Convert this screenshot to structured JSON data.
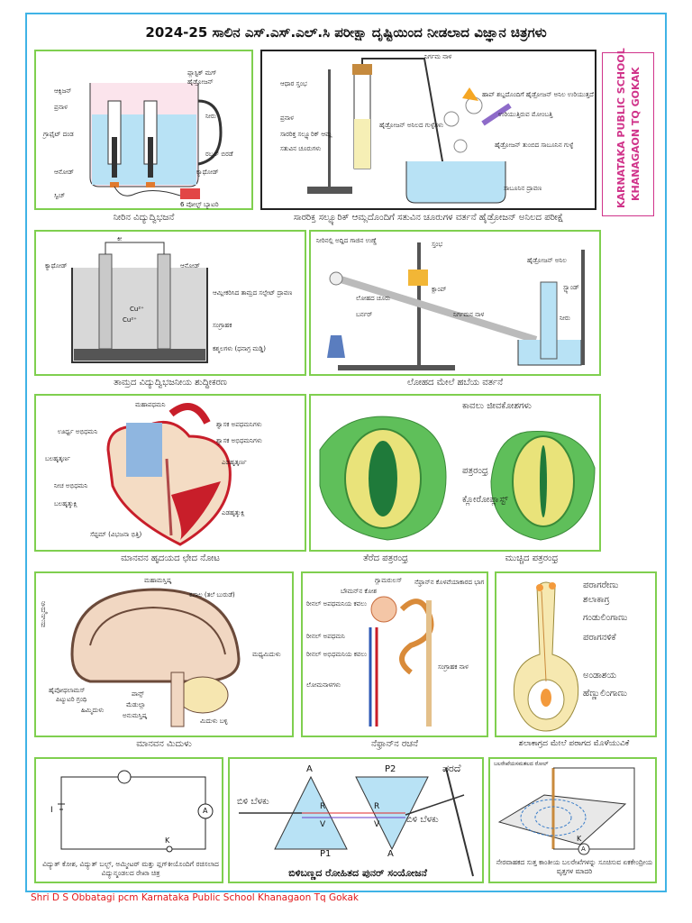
{
  "title": "2024-25 ಸಾಲಿನ ಎಸ್.ಎಸ್.ಎಲ್.ಸಿ ಪರೀಕ್ಷಾ ದೃಷ್ಟಿಯಿಂದ ನೀಡಲಾದ ವಿಜ್ಞಾನ ಚಿತ್ರಗಳು",
  "school_side": {
    "line1": "KARNATAKA PUBLIC SCHOOL",
    "line2": "KHANAGAON TQ GOKAK"
  },
  "captions": {
    "electrolysis": "ನೀರಿನ ವಿದ್ಯುದ್ವಿಭಜನೆ",
    "hydrogen": "ಸಾರರಿಕ್ತ ಸಲ್ಫ್ಯೂರಿಕ್ ಆಮ್ಲದೊಂದಿಗೆ ಸತುವಿನ ಚೂರುಗಳ ವರ್ತನೆ ಹೈಡ್ರೋಜನ್ ಅನಿಲದ ಪರೀಕ್ಷೆ",
    "copper": "ತಾಮ್ರದ ವಿದ್ಯುದ್ವಿಭಜನೀಯ ಶುದ್ಧೀಕರಣ",
    "steam": "ಲೋಹದ ಮೇಲೆ ಹಬೆಯ ವರ್ತನೆ",
    "heart": "ಮಾನವನ ಹೃದಯದ ಛೇದ ನೋಟ",
    "stomata_open": "ತೆರೆದ ಪತ್ರರಂಧ್ರ",
    "stomata_closed": "ಮುಚ್ಚಿದ ಪತ್ರರಂಧ್ರ",
    "brain": "ಮಾನವನ ಮಿದುಳು",
    "nephron": "ನೆಫ್ರಾನ್‌ನ ರಚನೆ",
    "pistil": "ಶಲಾಕಾಗ್ರದ ಮೇಲೆ ಪರಾಗದ ಮೊಳೆಯುವಿಕೆ",
    "circuit": "ವಿದ್ಯುತ್ ಕೋಶ, ವಿದ್ಯುತ್ ಬಲ್ಬ್, ಅಮ್ಮೀಟರ್ ಮತ್ತು ಪ್ಲಗ್‌ಕೀಯೊಂದಿಗೆ ರಚಿಸಲಾದ ವಿದ್ಯುನ್ಮಂಡಲದ ರೇಖಾ ಚಿತ್ರ",
    "prism": "ಬಿಳಿಬಣ್ಣದ ರೋಹಿತದ ಪುನರ್ ಸಂಯೋಜನೆ",
    "magnet": "ನೇರವಾಹಕದ ಸುತ್ತ ಕಾಂತೀಯ ಬಲರೇಖೆಗಳನ್ನು ಸೂಚಿಸುವ ಏಕಕೇಂದ್ರೀಯ ವೃತ್ತಗಳ ಮಾದರಿ"
  },
  "labels": {
    "electrolysis": [
      "ಪ್ಲಾಸ್ಟಿಕ್ ಮಗ್",
      "ಹೈಡ್ರೋಜನ್",
      "ಆಕ್ಸಿಜನ್",
      "ಪ್ರನಾಳ",
      "ನೀರು",
      "ಗ್ರಾಫೈಟ್ ದಂಡ",
      "ರಬ್ಬರ್ ಬಿರಡೆ",
      "ಆನೋಡ್",
      "ಕ್ಯಾಥೋಡ್",
      "ಸ್ವಿಚ್",
      "6 ವೋಲ್ಟ್ ಬ್ಯಾಟರಿ"
    ],
    "hydrogen": [
      "ನಿರ್ಗಮ ನಾಳ",
      "ಆಧಾರ ಸ್ತಂಭ",
      "ಪ್ರನಾಳ",
      "ಸಾರರಿಕ್ತ ಸಲ್ಫ್ಯೂರಿಕ್ ಆಮ್ಲ",
      "ಸತುವಿನ ಚೂರುಗಳು",
      "ಹೈಡ್ರೋಜನ್ ಅನಿಲದ ಗುಳ್ಳೆಗಳು",
      "ಸಾಬೂನಿನ ದ್ರಾವಣ",
      "ಉರಿಯುತ್ತಿರುವ ಮೋಂಬತ್ತಿ",
      "ಹೈಡ್ರೋಜನ್ ತುಂಬಿದ ಸಾಬೂನಿನ ಗುಳ್ಳೆ",
      "ಹಾಪ್ ಶಬ್ದದೊಂದಿಗೆ ಹೈಡ್ರೋಜನ್ ಅನಿಲ ಉರಿಯುತ್ತದೆ"
    ],
    "copper": [
      "ಕೀ",
      "ಕ್ಯಾಥೋಡ್",
      "ಆನೋಡ್",
      "ಆಮ್ಲೀಕರಿಸಿದ ತಾಮ್ರದ ಸಲ್ಫೇಟ್ ದ್ರಾವಣ",
      "Cu²⁺",
      "Cu²⁺",
      "ಸಂಗ್ರಾಹಕ",
      "ಕಶ್ಮಲಗಳು (ಧನಾಗ್ರ ಮಡ್ಡಿ)"
    ],
    "steam": [
      "ನೀರಿನಲ್ಲಿ ಅದ್ದಿದ ಗಾಜಿನ ಉಣ್ಣೆ",
      "ಲೋಹದ ಚೂರು",
      "ಬರ್ನರ್",
      "ಸ್ತಂಭ",
      "ಕ್ಲಾಂಪ್",
      "ನಿರ್ಗಮನ ನಾಳ",
      "ಹೈಡ್ರೋಜನ್ ಅನಿಲ",
      "ನೀರು",
      "ಸ್ಟ್ಯಾಂಡ್"
    ],
    "heart": [
      "ಮಹಾಪಧಮನಿ",
      "ಊರ್ಧ್ವ ಅಭಿಧಮನಿ",
      "ಶ್ವಾಸಕ ಅಪಧಮನಿಗಳು",
      "ಶ್ವಾಸಕ ಅಭಿಧಮನಿಗಳು",
      "ಬಲಹೃತ್ಕರ್ಣ",
      "ಎಡಹೃತ್ಕರ್ಣ",
      "ನೀಚ ಅಭಿಧಮನಿ",
      "ಬಲಹೃತ್ಕುಕ್ಷಿ",
      "ಎಡಹೃತ್ಕುಕ್ಷಿ",
      "ಸೆಪ್ಟಮ್ (ವಿಭಜನಾ ಭಿತ್ತಿ)"
    ],
    "stomata": [
      "ಕಾವಲು ಜೀವಕೋಶಗಳು",
      "ಪತ್ರರಂಧ್ರ",
      "ಕ್ಲೋರೋಪ್ಲಾಸ್ಟ್"
    ],
    "brain": [
      "ಮುಮ್ಮಿದುಳು",
      "ಮಹಾಮಸ್ತಿಷ್ಕ",
      "ಕಪಾಲ (ತಲೆ ಬುರುಡೆ)",
      "ಮಧ್ಯಮಿದುಳು",
      "ಹೈಪೋಥಲಾಮಸ್",
      "ಪಿಟ್ಯುಟರಿ ಗ್ರಂಥಿ",
      "ಪಾನ್ಸ್",
      "ಮೆಡುಲ್ಲಾ",
      "ಅನುಮಸ್ತಿಷ್ಕ",
      "ಹಿಮ್ಮಿದುಳು",
      "ಮಿದುಳು ಬಳ್ಳಿ"
    ],
    "nephron": [
      "ಗ್ಲಾಮರುಲಸ್",
      "ಬೌಮನ್‌ನ ಕೋಶ",
      "ನೆಫ್ರಾನ್‌ನ ಕೊಳವೆಯಾಕಾರದ ಭಾಗ",
      "ರೀನಲ್ ಅಪಧಮನಿಯ ಕವಲು",
      "ರೀನಲ್ ಅಪಧಮನಿ",
      "ರೀನಲ್ ಅಭಿಧಮನಿಯ ಕವಲು",
      "ಸಂಗ್ರಾಹಕ ನಾಳ",
      "ಲೋಮನಾಳಗಳು"
    ],
    "pistil": [
      "ಪರಾಗರೇಣು",
      "ಶಲಾಕಾಗ್ರ",
      "ಗಂಡುಲಿಂಗಾಣು",
      "ಪರಾಗನಳಿಕೆ",
      "ಅಂಡಾಶಯ",
      "ಹೆಣ್ಣುಲಿಂಗಾಣು"
    ],
    "circuit": [
      "I",
      "K",
      "A"
    ],
    "prism": [
      "ಪರದೆ",
      "ಬಿಳಿ ಬೆಳಕು",
      "ಬಿಳಿ ಬೆಳಕು",
      "A",
      "A",
      "P1",
      "P2",
      "R",
      "V",
      "R",
      "V"
    ],
    "magnet": [
      "ಬಲರೇಖೆಯಸಮತಲದ ರೋಲ್",
      "K",
      "A"
    ]
  },
  "footer": "Shri D S Obbatagi pcm Karnataka Public School Khanagaon Tq Gokak",
  "colors": {
    "frame": "#3fb3e6",
    "panel": "#7fcf4f",
    "footer": "#e0181b",
    "side": "#d0338a",
    "water": "#b8e2f5",
    "leaf": "#5fbf5a",
    "guard": "#e9e37a",
    "heart_red": "#c81e2a",
    "heart_blue": "#8fb6e0"
  }
}
